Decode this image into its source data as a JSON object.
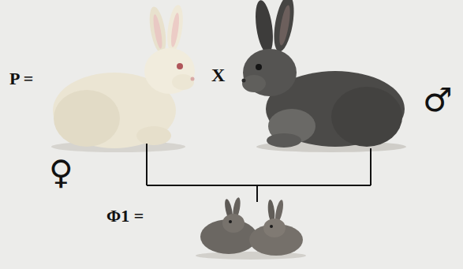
{
  "diagram": {
    "labels": [
      "P =",
      "X",
      "♀",
      "♂",
      "Φ1 ="
    ]
  }
}
